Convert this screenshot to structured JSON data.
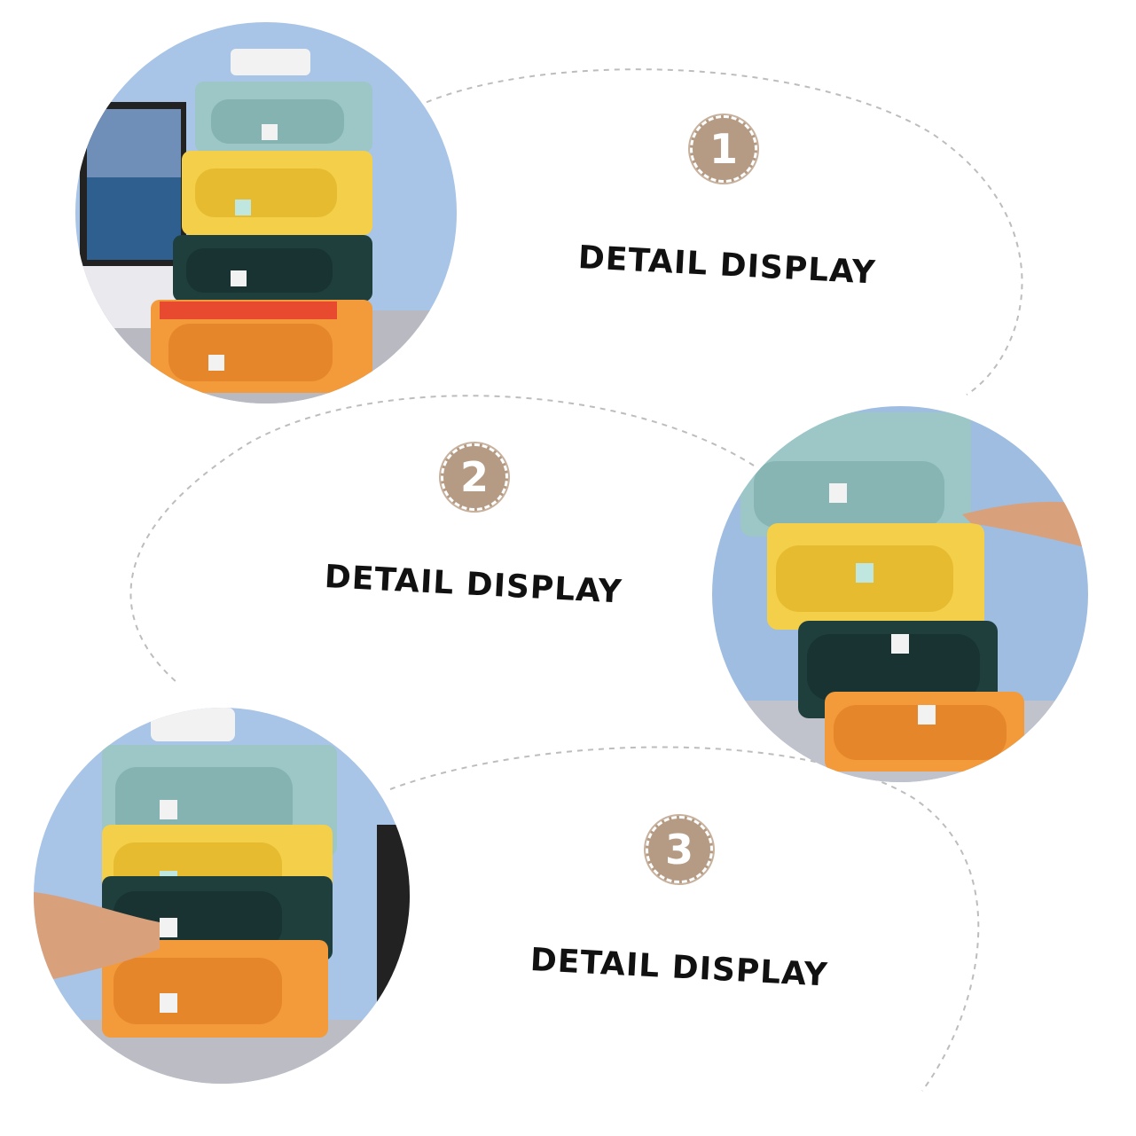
{
  "sections": [
    {
      "number": "1",
      "label": "DETAIL DISPLAY"
    },
    {
      "number": "2",
      "label": "DETAIL DISPLAY"
    },
    {
      "number": "3",
      "label": "DETAIL DISPLAY"
    }
  ],
  "colors": {
    "badge": "#b59b84",
    "drawer_teal": "#9cc7c6",
    "drawer_yellow": "#f4cf4a",
    "drawer_dark": "#1f3f3d",
    "drawer_orange": "#f39a3b",
    "wall_blue": "#a8c4e6"
  }
}
